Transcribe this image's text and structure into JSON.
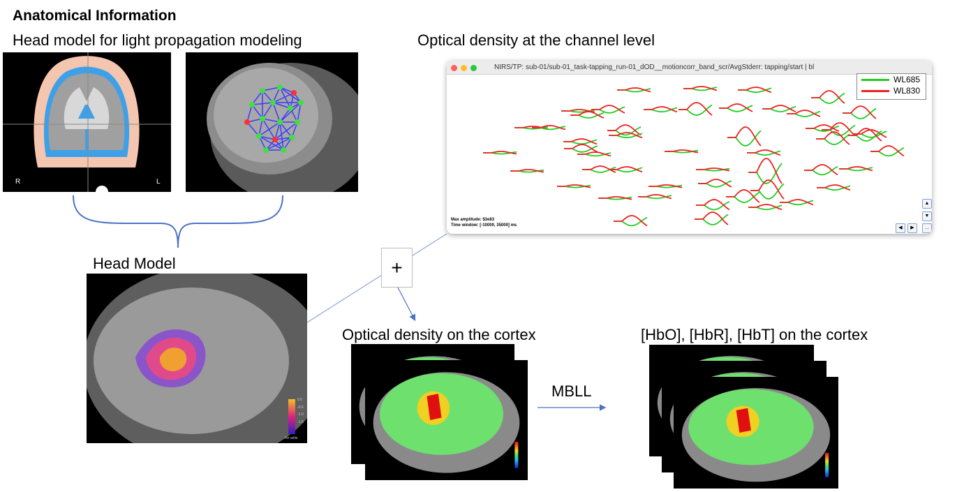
{
  "anatomical": {
    "title": "Anatomical Information",
    "subtitle": "Head model for light propagation modeling",
    "mri_labels": {
      "right": "R",
      "left": "L"
    }
  },
  "head_model": {
    "label": "Head Model",
    "colorbar_ticks": [
      "0.0",
      "-0.5",
      "-1.0",
      "-1.5"
    ],
    "colorbar_unit": "No units"
  },
  "channel_view": {
    "label": "Optical density at the channel level",
    "window_title": "NIRS/TP: sub-01/sub-01_task-tapping_run-01_dOD__motioncorr_band_scr/AvgStderr: tapping/start  | bl",
    "legend": [
      {
        "name": "WL685",
        "color": "#22cc22"
      },
      {
        "name": "WL830",
        "color": "#ee2222"
      }
    ],
    "max_amplitude": "Max amplitude: $3e83",
    "time_window": "Time window: [-10000, 35000] ms",
    "nav_buttons": {
      "up": "▲",
      "down": "▼",
      "left": "◀",
      "right": "▶",
      "more": "..."
    }
  },
  "plus_symbol": "+",
  "od_cortex": {
    "label": "Optical density on the cortex"
  },
  "mbll": {
    "label": "MBLL"
  },
  "hb_cortex": {
    "label": "[HbO], [HbR], [HbT] on the cortex"
  }
}
